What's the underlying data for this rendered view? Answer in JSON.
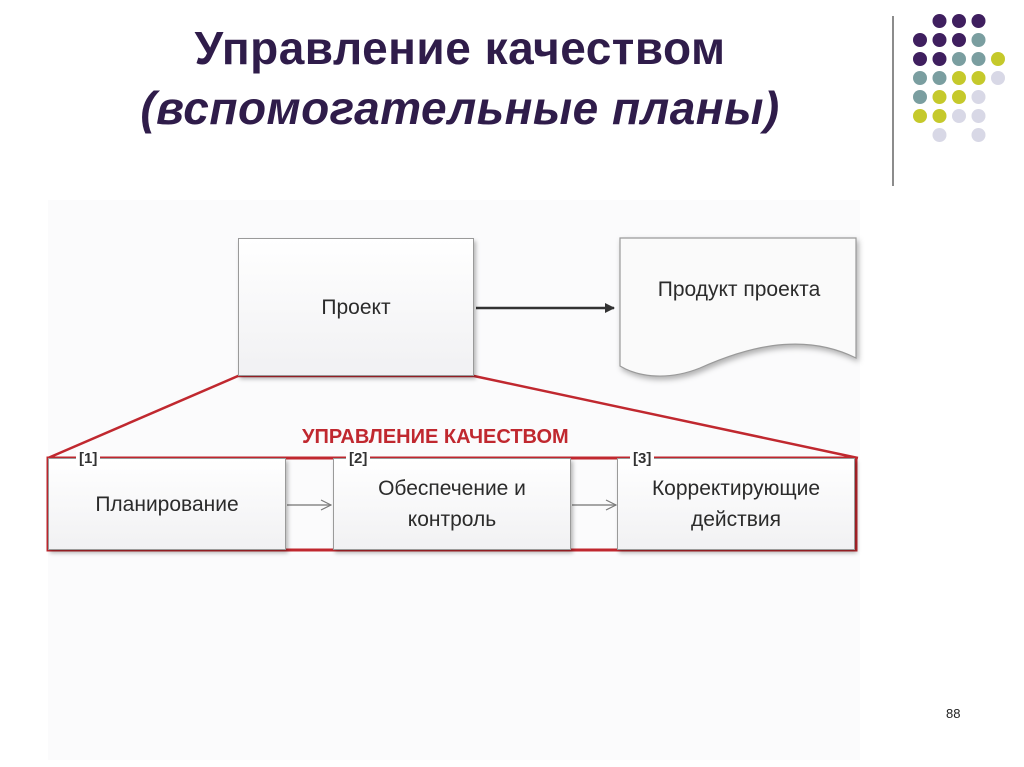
{
  "slide": {
    "title_line1": "Управление качеством",
    "title_line2": "(вспомогательные планы)",
    "page_number": "88"
  },
  "diagram": {
    "project_label": "Проект",
    "product_label": "Продукт проекта",
    "quality_management_label": "УПРАВЛЕНИЕ КАЧЕСТВОМ",
    "steps": [
      {
        "number": "[1]",
        "label": "Планирование"
      },
      {
        "number": "[2]",
        "label": "Обеспечение и\nконтроль"
      },
      {
        "number": "[3]",
        "label": "Корректирующие\nдействия"
      }
    ]
  },
  "colors": {
    "title": "#2f1c4a",
    "accent_red": "#c0282f",
    "dot_purple": "#3f1f5f",
    "dot_teal": "#7a9ea0",
    "dot_yellow": "#c5c92b",
    "dot_light": "#d8d8e6"
  }
}
